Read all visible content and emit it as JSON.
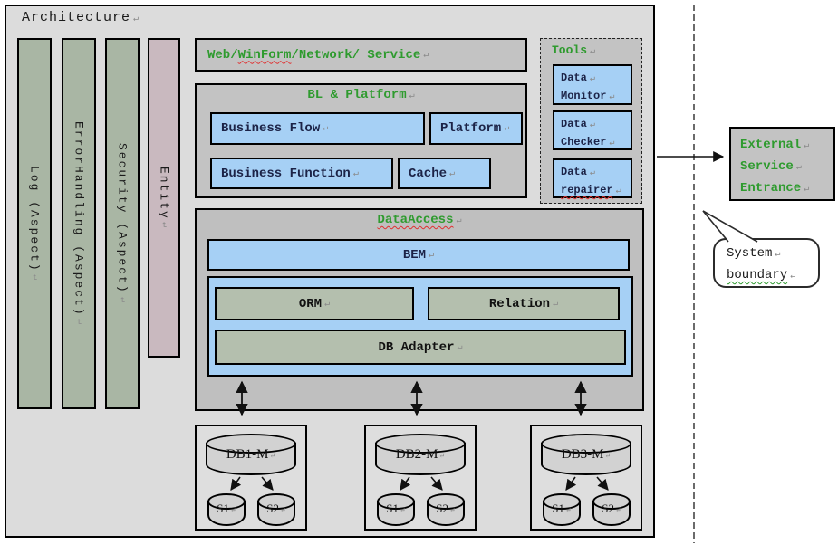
{
  "title": "Architecture",
  "icons": {
    "return_mark": "↵"
  },
  "aspects": [
    {
      "label": "Log (Aspect)"
    },
    {
      "label": "ErrorHandling (Aspect)"
    },
    {
      "label": "Security (Aspect)"
    }
  ],
  "entity": {
    "label": "Entity"
  },
  "web_bar": {
    "pre": "Web/",
    "typo": "WinForm",
    "post": "/Network/ Service"
  },
  "bl": {
    "title": "BL & Platform",
    "flow": "Business Flow",
    "platform": "Platform",
    "function": "Business Function",
    "cache": "Cache"
  },
  "tools": {
    "title": "Tools",
    "items": [
      {
        "line1": "Data",
        "line2": "Monitor"
      },
      {
        "line1": "Data",
        "line2": "Checker"
      },
      {
        "line1": "Data",
        "line2": "repairer"
      }
    ]
  },
  "da": {
    "title": "DataAccess",
    "bem": "BEM",
    "orm": "ORM",
    "relation": "Relation",
    "adapter": "DB Adapter"
  },
  "dbs": [
    {
      "master": "DB1-M",
      "s1": "S1",
      "s2": "S2"
    },
    {
      "master": "DB2-M",
      "s1": "S1",
      "s2": "S2"
    },
    {
      "master": "DB3-M",
      "s1": "S1",
      "s2": "S2"
    }
  ],
  "external": {
    "line1": "External",
    "line2": "Service",
    "line3": "Entrance"
  },
  "callout": {
    "line1": "System",
    "line2": "boundary"
  },
  "colors": {
    "accent_green": "#2f9b2f",
    "box_blue": "#a6d0f5",
    "bar_sage": "#a9b6a4",
    "entity_pink": "#c9b9bf",
    "panel_gray": "#c3c3c3",
    "dataaccess_gray": "#bfbfbf",
    "outer_gray": "#dcdcdc",
    "label_navy": "#1c2347",
    "misspell_red": "#e03030"
  }
}
